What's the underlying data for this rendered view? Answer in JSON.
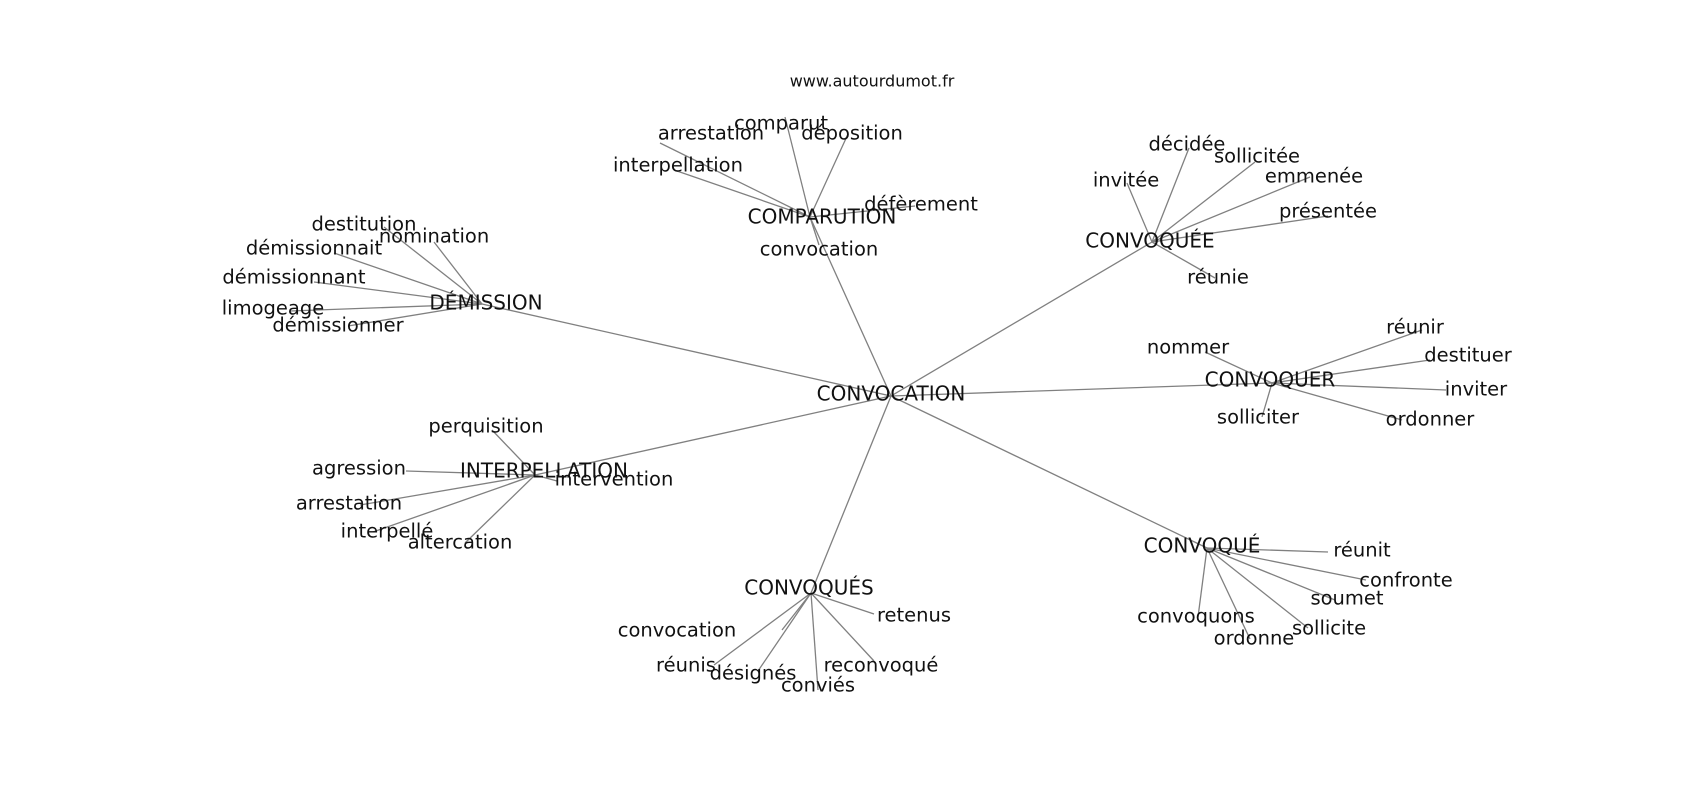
{
  "site": "www.autourdumot.fr",
  "center": "CONVOCATION",
  "hubs": [
    {
      "key": "comparution",
      "label": "COMPARUTION",
      "leaves": [
        "arrestation",
        "comparut",
        "déposition",
        "interpellation",
        "défèrement",
        "convocation"
      ]
    },
    {
      "key": "convoquee",
      "label": "CONVOQUÉE",
      "leaves": [
        "décidée",
        "sollicitée",
        "invitée",
        "emmenée",
        "présentée",
        "réunie"
      ]
    },
    {
      "key": "demission",
      "label": "DÉMISSION",
      "leaves": [
        "destitution",
        "nomination",
        "démissionnait",
        "démissionnant",
        "limogeage",
        "démissionner"
      ]
    },
    {
      "key": "convoquer",
      "label": "CONVOQUER",
      "leaves": [
        "nommer",
        "réunir",
        "destituer",
        "inviter",
        "solliciter",
        "ordonner"
      ]
    },
    {
      "key": "interpellation",
      "label": "INTERPELLATION",
      "leaves": [
        "perquisition",
        "agression",
        "intervention",
        "arrestation",
        "interpellé",
        "altercation"
      ]
    },
    {
      "key": "convoque",
      "label": "CONVOQUÉ",
      "leaves": [
        "réunit",
        "confronte",
        "soumet",
        "convoquons",
        "sollicite",
        "ordonne"
      ]
    },
    {
      "key": "convoques",
      "label": "CONVOQUÉS",
      "leaves": [
        "retenus",
        "convocation",
        "réunis",
        "désignés",
        "reconvoqué",
        "conviés"
      ]
    }
  ]
}
